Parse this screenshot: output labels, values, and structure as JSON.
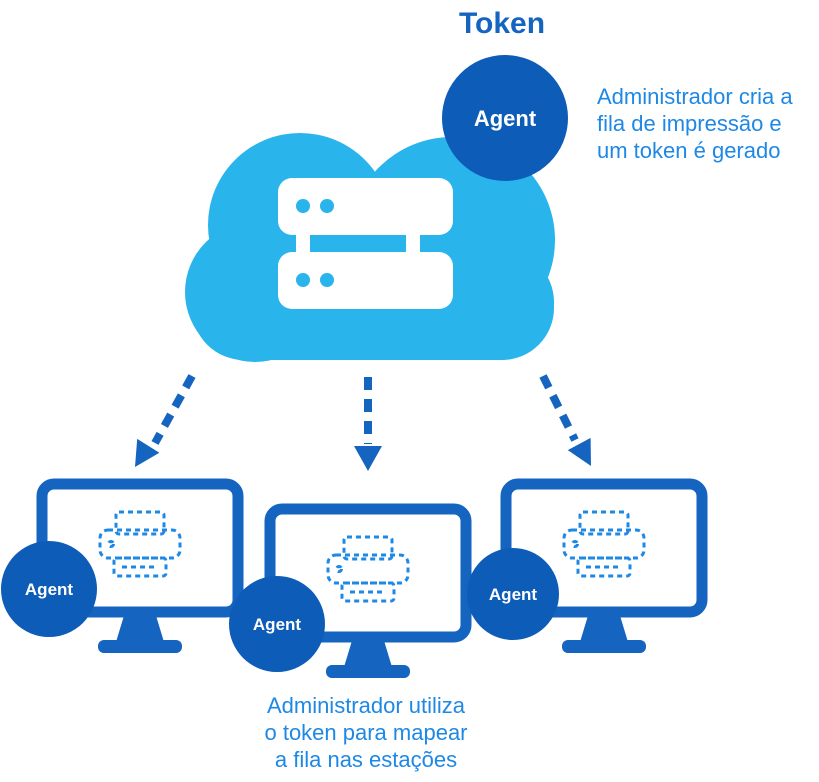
{
  "title": "Token",
  "badges": {
    "top": {
      "label": "Agent"
    },
    "left": {
      "label": "Agent"
    },
    "center": {
      "label": "Agent"
    },
    "right": {
      "label": "Agent"
    }
  },
  "notes": {
    "top_right": {
      "lines": [
        "Administrador cria a",
        "fila de impressão e",
        "um token é gerado"
      ]
    },
    "bottom": {
      "lines": [
        "Administrador utiliza",
        "o token para mapear",
        "a fila nas estações"
      ]
    }
  },
  "icons": {
    "cloud": "cloud-shape",
    "server": "server-stack-icon",
    "printer": "dashed-printer-icon",
    "monitor": "monitor-icon",
    "arrow": "dashed-down-arrow"
  },
  "colors": {
    "cloud_blue": "#29b4ec",
    "badge_blue": "#0d5cb8",
    "monitor_blue": "#1565c0",
    "text_blue": "#1e88e5",
    "title_blue": "#1565c0",
    "background": "#ffffff"
  }
}
